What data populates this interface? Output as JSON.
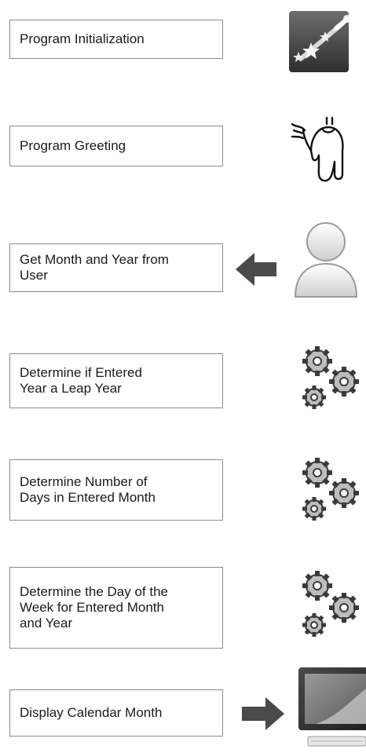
{
  "steps": [
    {
      "label": "Program Initialization",
      "icon": "magic-wand-icon"
    },
    {
      "label": "Program Greeting",
      "icon": "waving-figure-icon"
    },
    {
      "label": "Get Month and Year from\nUser",
      "icon": "user-icon",
      "arrow": "left"
    },
    {
      "label": "Determine if Entered\nYear a Leap Year",
      "icon": "gears-icon"
    },
    {
      "label": "Determine Number of\nDays in Entered Month",
      "icon": "gears-icon"
    },
    {
      "label": "Determine the Day of the\nWeek for Entered Month\nand Year",
      "icon": "gears-icon"
    },
    {
      "label": "Display Calendar Month",
      "icon": "monitor-icon",
      "arrow": "right"
    }
  ]
}
